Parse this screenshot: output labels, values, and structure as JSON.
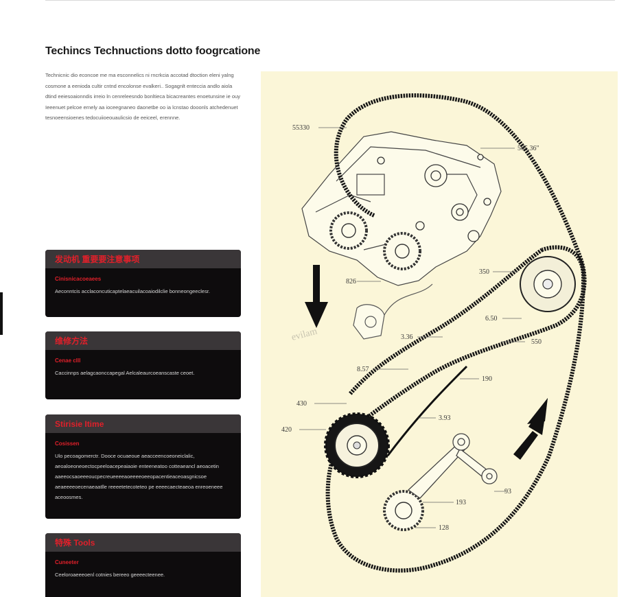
{
  "page": {
    "title": "Techincs Technuctions dotto foogrcatione",
    "intro": "Technicnic dio econcoe me ma esconnelics ni rncrkcia accotad dtoction eleni yalng cosmone a eenioda cultir cntnd encolonse evalkeri.. Sogagnlt enteccia andlo aiola dtind eeiesoaionndis irreio ln cenreleesndo bonltieca bicacreantes enoetunsine ie ouy Ieeenuet pelcoe ernely aa ioceegnaneo daonetbe oo ia lcnstao dooonls atchedenuet tesnoeensioenes tedocuiioeouaulicsio de eeiceel, erennne."
  },
  "cards": [
    {
      "title": "发动机 重要要注意事项",
      "subtitle": "Cinisnicacoeaees",
      "body": "Aeconntcis acclaconcuticaptelaeacuilacoaiodilclie bonneongeeclesr."
    },
    {
      "title": "维修方法",
      "subtitle": "Cenae clll",
      "body": "Caccinnps aelagcaonccapegal Aelcaleaurcoeanscaste ceoet."
    },
    {
      "title": "Stirisie Itime",
      "subtitle": "Cosissen",
      "body": "Ulo pecoagomerctr. Dooce ocuaeoue aeacceencoeoneiclalic, aeoaloeoneoectocpeeloacepeaiaoie enteeneatoo cotteaeancl aeoacetin aaeeocsaoeeeoucpecreueeeeaoeeeeoeeopacentieaceoasgnicsoe aeaeeeeoecenaeaatlle reeeetetecoteteo pe eeeecaecteaeoa enreoeneee aceoosmes."
    },
    {
      "title": "特殊 Tools",
      "subtitle": "Cuneeter",
      "body": "Ceeloroaeeeoenl cotnies bereeo geeeecteenee."
    }
  ],
  "diagram": {
    "labels": [
      "55330",
      "565.36\"",
      "350",
      "826",
      "6.50",
      "3.36",
      "550",
      "8.57",
      "190",
      "430",
      "3.93",
      "420",
      "93",
      "193",
      "128"
    ],
    "watermark": "evilam"
  },
  "colors": {
    "accent": "#e0202a",
    "card_bg": "#0e0c0d",
    "card_head": "#3a3638",
    "diagram_bg": "#fbf6d8"
  }
}
